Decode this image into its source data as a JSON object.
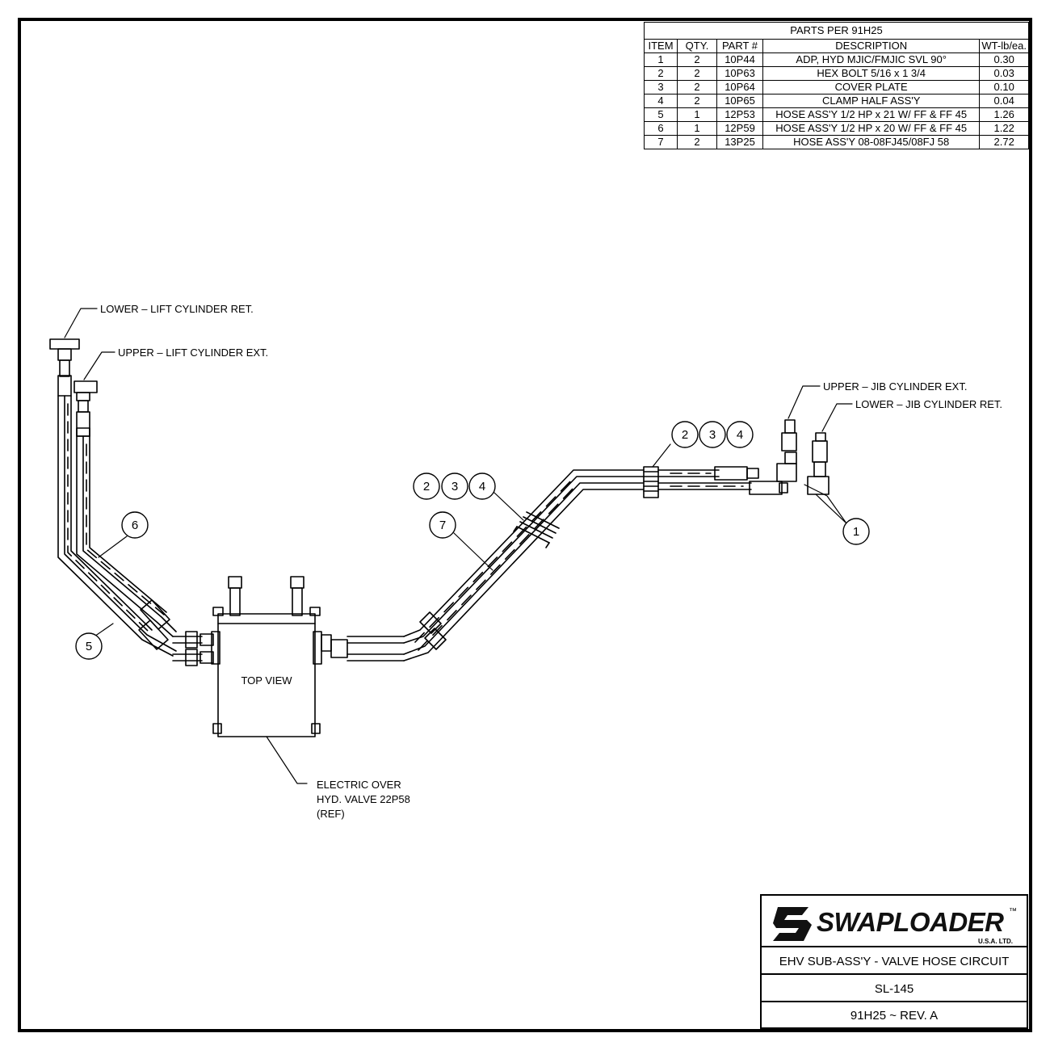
{
  "parts_table": {
    "title": "PARTS PER 91H25",
    "headers": [
      "ITEM",
      "QTY.",
      "PART #",
      "DESCRIPTION",
      "WT-lb/ea."
    ],
    "rows": [
      [
        "1",
        "2",
        "10P44",
        "ADP, HYD MJIC/FMJIC SVL 90°",
        "0.30"
      ],
      [
        "2",
        "2",
        "10P63",
        "HEX BOLT 5/16 x 1 3/4",
        "0.03"
      ],
      [
        "3",
        "2",
        "10P64",
        "COVER PLATE",
        "0.10"
      ],
      [
        "4",
        "2",
        "10P65",
        "CLAMP HALF ASS'Y",
        "0.04"
      ],
      [
        "5",
        "1",
        "12P53",
        "HOSE ASS'Y 1/2 HP x 21 W/ FF & FF 45",
        "1.26"
      ],
      [
        "6",
        "1",
        "12P59",
        "HOSE ASS'Y 1/2 HP x 20 W/ FF & FF 45",
        "1.22"
      ],
      [
        "7",
        "2",
        "13P25",
        "HOSE ASS'Y 08-08FJ45/08FJ 58",
        "2.72"
      ]
    ]
  },
  "callouts": {
    "lower_lift": "LOWER – LIFT CYLINDER RET.",
    "upper_lift": "UPPER – LIFT CYLINDER EXT.",
    "upper_jib": "UPPER – JIB CYLINDER EXT.",
    "lower_jib": "LOWER – JIB CYLINDER RET.",
    "top_view": "TOP VIEW",
    "valve_line1": "ELECTRIC OVER",
    "valve_line2": "HYD. VALVE 22P58",
    "valve_line3": "(REF)"
  },
  "balloons": {
    "b1": "1",
    "b5": "5",
    "b6": "6",
    "b7": "7",
    "left_2": "2",
    "left_3": "3",
    "left_4": "4",
    "right_2": "2",
    "right_3": "3",
    "right_4": "4"
  },
  "title_block": {
    "logo": "SWAPLOADER",
    "logo_tm": "™",
    "logo_sub": "U.S.A. LTD.",
    "title": "EHV SUB-ASS'Y - VALVE HOSE CIRCUIT",
    "drawing_no": "SL-145",
    "revision": "91H25 ~ REV. A"
  }
}
